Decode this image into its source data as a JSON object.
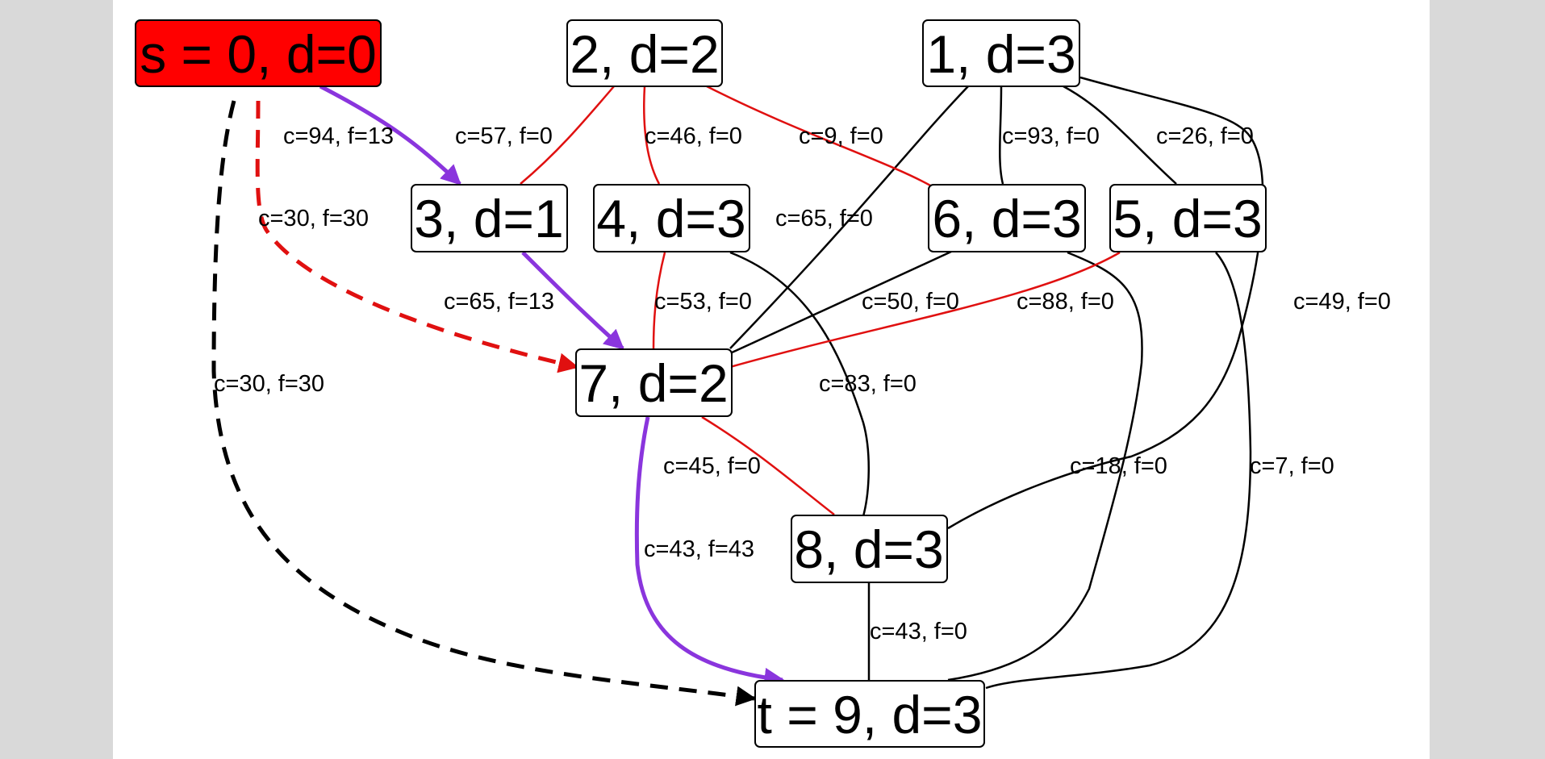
{
  "colors": {
    "black": "#000000",
    "red": "#e01010",
    "purple": "#8a35dd",
    "source_fill": "#ff0000",
    "node_fill": "#ffffff"
  },
  "nodes": {
    "s": {
      "label": "s = 0, d=0",
      "fill": "#ff0000"
    },
    "n2": {
      "label": "2, d=2",
      "fill": "#ffffff"
    },
    "n1": {
      "label": "1, d=3",
      "fill": "#ffffff"
    },
    "n3": {
      "label": "3, d=1",
      "fill": "#ffffff"
    },
    "n4": {
      "label": "4, d=3",
      "fill": "#ffffff"
    },
    "n6": {
      "label": "6, d=3",
      "fill": "#ffffff"
    },
    "n5": {
      "label": "5, d=3",
      "fill": "#ffffff"
    },
    "n7": {
      "label": "7, d=2",
      "fill": "#ffffff"
    },
    "n8": {
      "label": "8, d=3",
      "fill": "#ffffff"
    },
    "t": {
      "label": "t = 9, d=3",
      "fill": "#ffffff"
    }
  },
  "edges": {
    "s_3": {
      "from": "s = 0",
      "to": "3",
      "label": "c=94, f=13",
      "color": "#8a35dd",
      "style": "solid-thick",
      "arrow": true
    },
    "s_7": {
      "from": "s = 0",
      "to": "7",
      "label": "c=30, f=30",
      "color": "#e01010",
      "style": "dashed-thick",
      "arrow": true
    },
    "s_t": {
      "from": "s = 0",
      "to": "t = 9",
      "label": "c=30, f=30",
      "color": "#000000",
      "style": "dashed-thick",
      "arrow": true
    },
    "2_3": {
      "from": "2",
      "to": "3",
      "label": "c=57, f=0",
      "color": "#e01010",
      "style": "solid",
      "arrow": false
    },
    "2_4": {
      "from": "2",
      "to": "4",
      "label": "c=46, f=0",
      "color": "#e01010",
      "style": "solid",
      "arrow": false
    },
    "2_6": {
      "from": "2",
      "to": "6",
      "label": "c=9, f=0",
      "color": "#e01010",
      "style": "solid",
      "arrow": false
    },
    "1_6": {
      "from": "1",
      "to": "6",
      "label": "c=93, f=0",
      "color": "#000000",
      "style": "solid",
      "arrow": false
    },
    "1_5": {
      "from": "1",
      "to": "5",
      "label": "c=26, f=0",
      "color": "#000000",
      "style": "solid",
      "arrow": false
    },
    "1_7": {
      "from": "1",
      "to": "7",
      "label": "c=65, f=0",
      "color": "#000000",
      "style": "solid",
      "arrow": false
    },
    "1_8": {
      "from": "1",
      "to": "8",
      "label": "c=49, f=0",
      "color": "#000000",
      "style": "solid",
      "arrow": false
    },
    "3_7": {
      "from": "3",
      "to": "7",
      "label": "c=65, f=13",
      "color": "#8a35dd",
      "style": "solid-thick",
      "arrow": true
    },
    "4_7": {
      "from": "4",
      "to": "7",
      "label": "c=53, f=0",
      "color": "#e01010",
      "style": "solid",
      "arrow": false
    },
    "4_8": {
      "from": "4",
      "to": "8",
      "label": "c=83, f=0",
      "color": "#000000",
      "style": "solid",
      "arrow": false
    },
    "6_7": {
      "from": "6",
      "to": "7",
      "label": "c=50, f=0",
      "color": "#000000",
      "style": "solid",
      "arrow": false
    },
    "5_7": {
      "from": "5",
      "to": "7",
      "label": "c=88, f=0",
      "color": "#e01010",
      "style": "solid",
      "arrow": false
    },
    "6_t": {
      "from": "6",
      "to": "t = 9",
      "label": "c=18, f=0",
      "color": "#000000",
      "style": "solid",
      "arrow": false
    },
    "5_t": {
      "from": "5",
      "to": "t = 9",
      "label": "c=7, f=0",
      "color": "#000000",
      "style": "solid",
      "arrow": false
    },
    "7_8": {
      "from": "7",
      "to": "8",
      "label": "c=45, f=0",
      "color": "#e01010",
      "style": "solid",
      "arrow": false
    },
    "7_t": {
      "from": "7",
      "to": "t = 9",
      "label": "c=43, f=43",
      "color": "#8a35dd",
      "style": "solid-thick",
      "arrow": true
    },
    "8_t": {
      "from": "8",
      "to": "t = 9",
      "label": "c=43, f=0",
      "color": "#000000",
      "style": "solid",
      "arrow": false
    }
  }
}
